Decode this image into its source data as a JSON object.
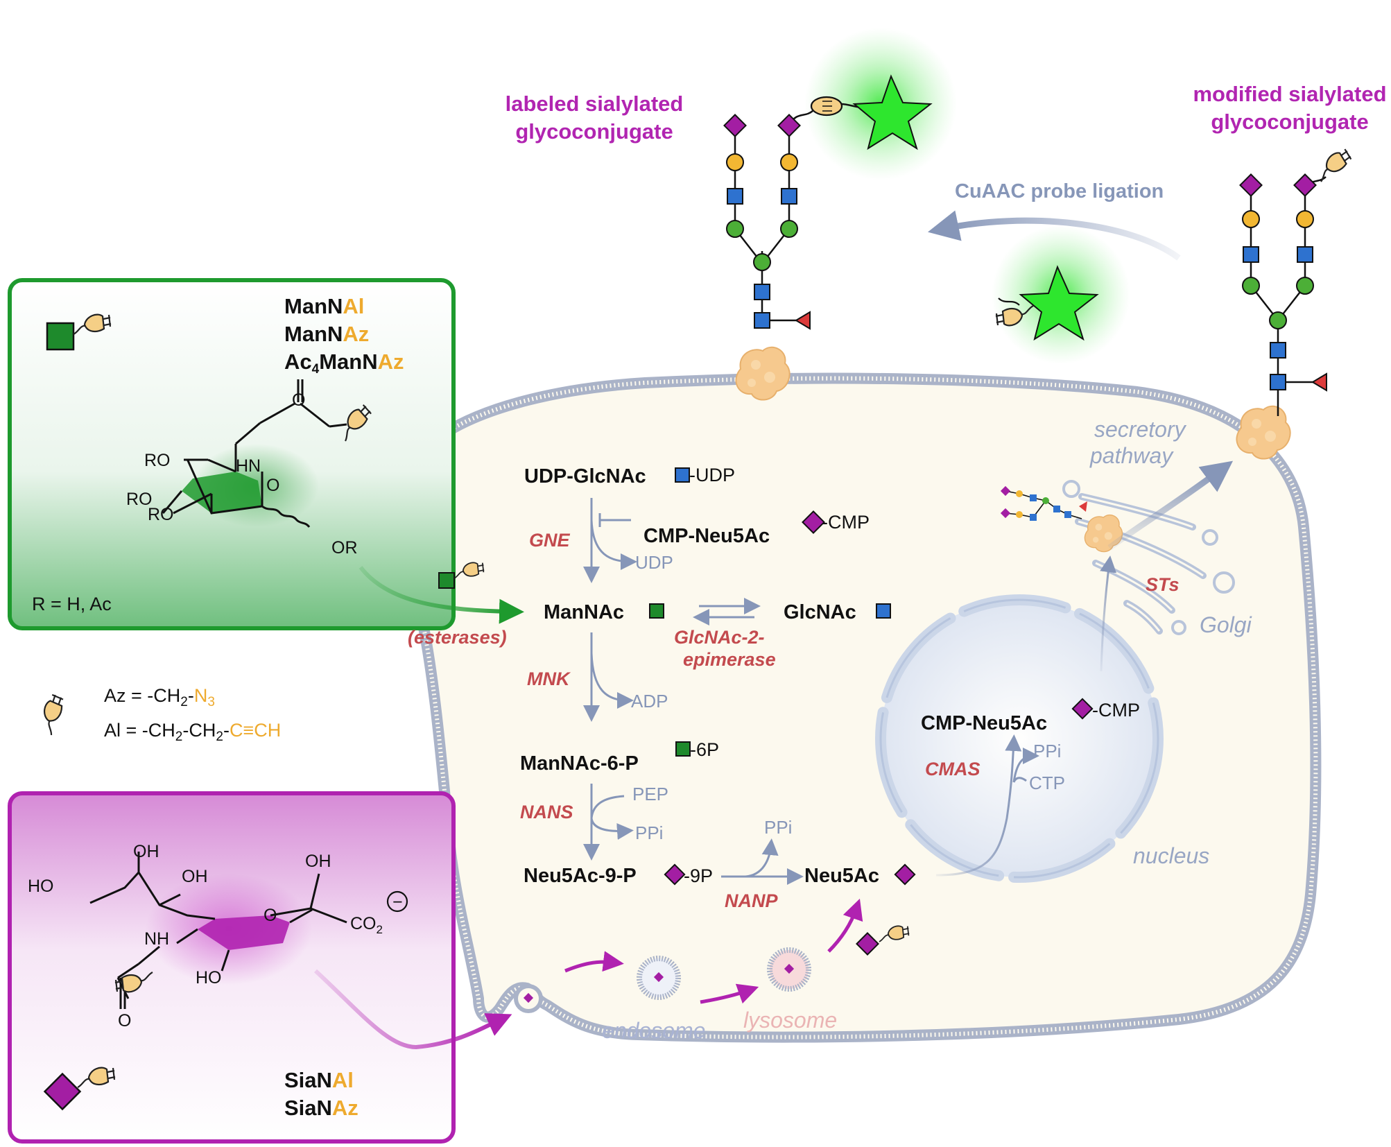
{
  "labels": {
    "labeled": [
      "labeled sialylated",
      "glycoconjugate"
    ],
    "modified": [
      "modified sialylated",
      "glycoconjugate"
    ],
    "cuaac": "CuAAC probe ligation",
    "secretory": [
      "secretory",
      "pathway"
    ],
    "golgi": "Golgi",
    "nucleus": "nucleus",
    "endosome": "endosome",
    "lysosome": "lysosome",
    "esterases": "(esterases)"
  },
  "metabolites": {
    "udp_glcnac": "UDP-GlcNAc",
    "udp_tag": "-UDP",
    "cmp_neu5ac": "CMP-Neu5Ac",
    "cmp_tag": "-CMP",
    "mannac": "ManNAc",
    "glcnac": "GlcNAc",
    "mannac6p": "ManNAc-6-P",
    "tag_6p": "-6P",
    "neu5ac9p": "Neu5Ac-9-P",
    "tag_9p": "-9P",
    "neu5ac": "Neu5Ac",
    "cmp_neu5ac_nuc": "CMP-Neu5Ac",
    "cmp_tag_nuc": "-CMP"
  },
  "byproducts": {
    "udp": "UDP",
    "adp": "ADP",
    "pep": "PEP",
    "ppi_nans": "PPi",
    "ppi_nanp": "PPi",
    "ppi_cmas": "PPi",
    "ctp": "CTP"
  },
  "enzymes": {
    "gne": "GNE",
    "mnk": "MNK",
    "nans": "NANS",
    "nanp": "NANP",
    "epimerase": [
      "GlcNAc-2-",
      "epimerase"
    ],
    "cmas": "CMAS",
    "sts": "STs"
  },
  "green_box": {
    "names": [
      {
        "pre": "ManN",
        "acc": "Al",
        "sub": ""
      },
      {
        "pre": "ManN",
        "acc": "Az",
        "sub": ""
      },
      {
        "pre": "Ac",
        "sub": "4",
        "mid": "ManN",
        "acc": "Az"
      }
    ],
    "r_def": "R = H, Ac",
    "struct": {
      "o_top": "O",
      "hn": "HN",
      "ro1": "RO",
      "ro2": "RO",
      "ro3": "RO",
      "ring_o": "O",
      "or": "OR"
    }
  },
  "legend": {
    "az_pre": "Az = -CH",
    "az_sub": "2",
    "az_dash": "-",
    "az_acc": "N",
    "az_acc_sub": "3",
    "al_pre": "Al = -CH",
    "al_sub1": "2",
    "al_mid": "-CH",
    "al_sub2": "2",
    "al_dash": "-",
    "al_acc": "C≡CH"
  },
  "purple_box": {
    "names": [
      {
        "pre": "SiaN",
        "acc": "Al"
      },
      {
        "pre": "SiaN",
        "acc": "Az"
      }
    ],
    "struct": {
      "oh1": "OH",
      "oh2": "OH",
      "oh3": "OH",
      "ho1": "HO",
      "ho2": "HO",
      "nh": "NH",
      "ring_o": "O",
      "co2": "CO",
      "co2_sub": "2",
      "o_carb": "O",
      "minus": "−"
    }
  },
  "colors": {
    "sialic": "#a31ea3",
    "galactose": "#f2b733",
    "glcnac": "#2e72cf",
    "mannose": "#4caf37",
    "fucose": "#dc3b3b",
    "mannac": "#1e8a2c",
    "enzyme": "#c34a4e",
    "arrow": "#8696b8",
    "accent": "#eeaa2e",
    "cell_fill": "#fcf9ee",
    "membrane": "#aab3c8"
  },
  "icons": [
    "sialic-diamond-icon",
    "mannac-square-icon",
    "glcnac-square-icon",
    "galactose-circle-icon",
    "mannose-circle-icon",
    "fucose-triangle-icon",
    "plug-tag-icon",
    "fluorophore-star-icon",
    "protein-blob-icon",
    "golgi-icon",
    "nucleus-icon",
    "vesicle-icon"
  ]
}
